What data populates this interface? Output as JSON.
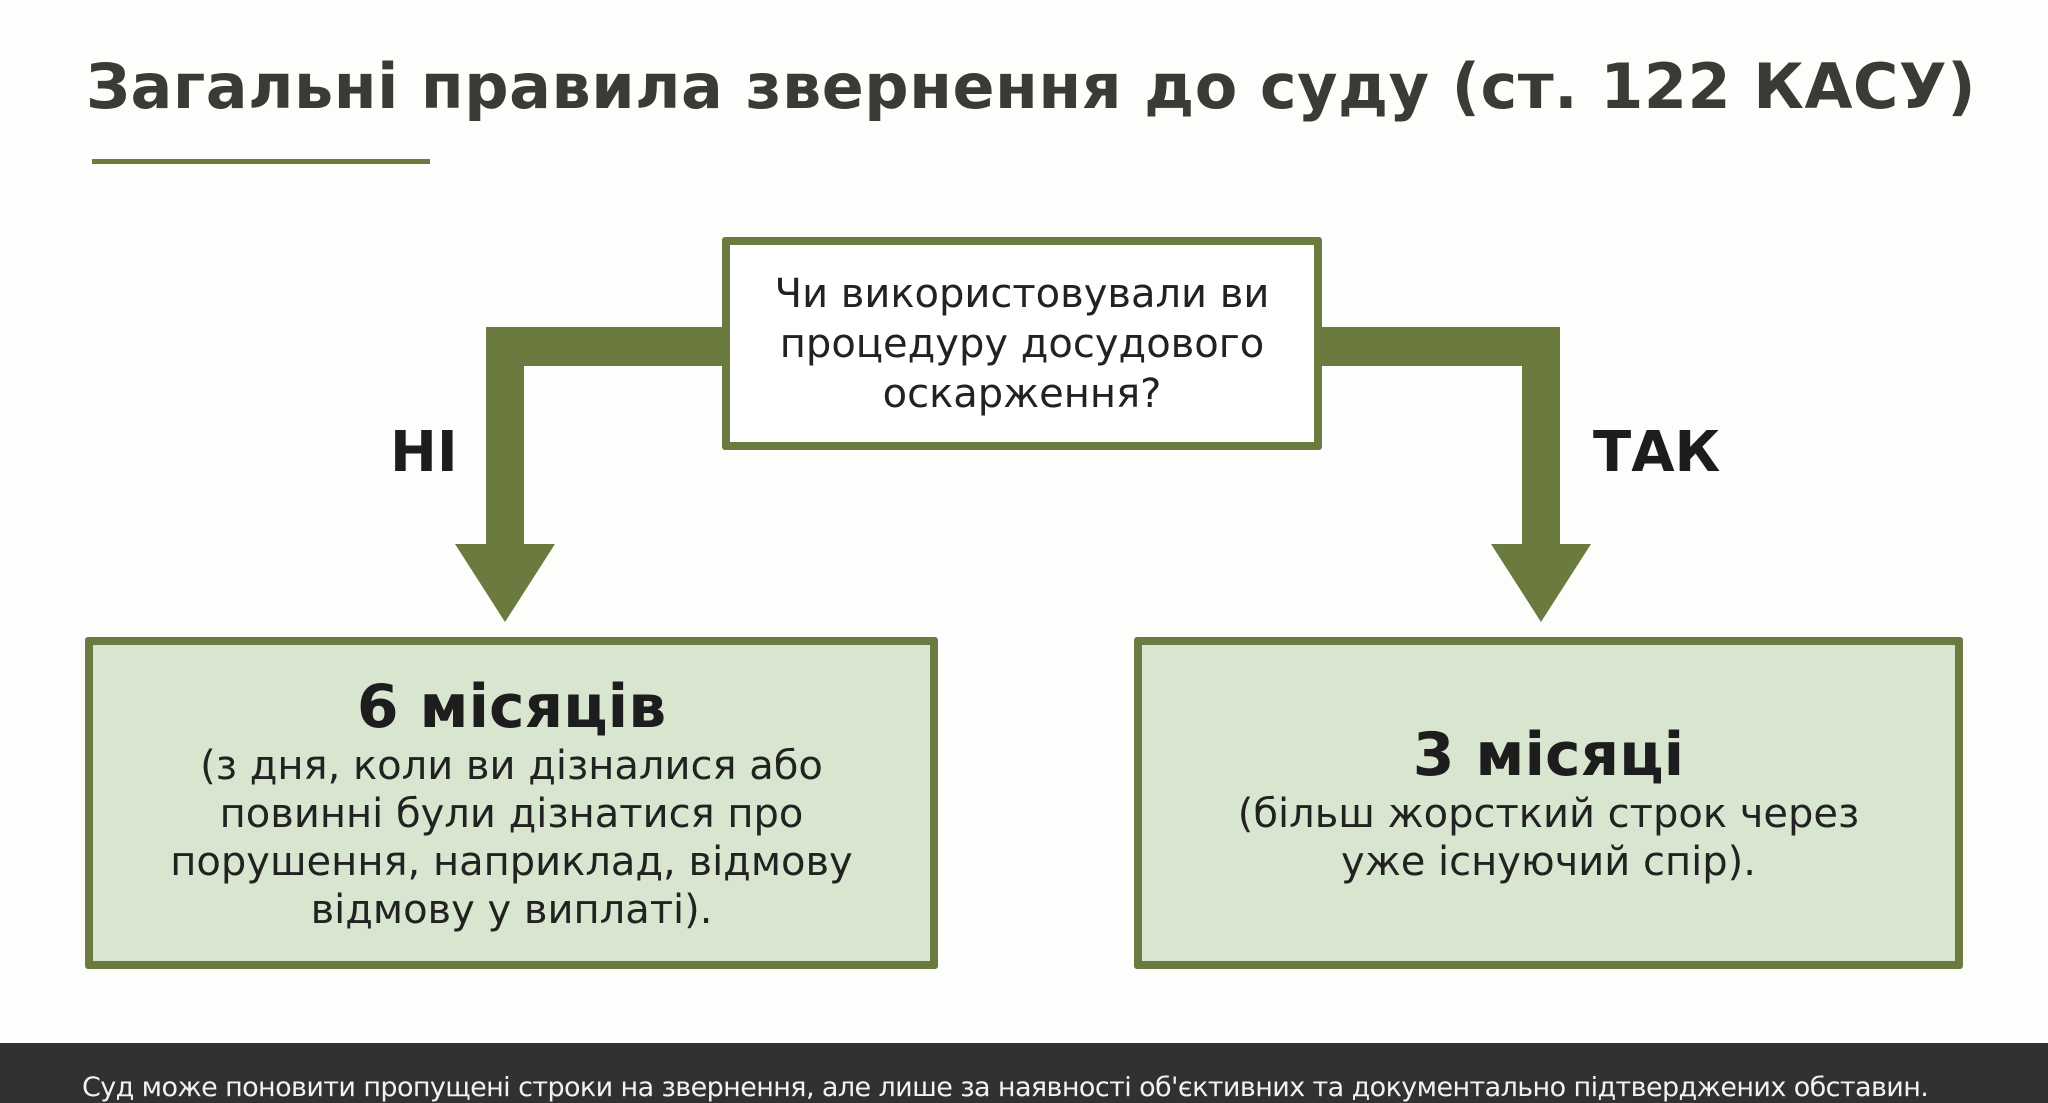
{
  "title": "Загальні правила звернення до суду (ст. 122 КАСУ)",
  "question": {
    "text": "Чи використовували ви процедуру досудового оскарження?"
  },
  "branches": {
    "no": {
      "label": "НІ",
      "heading": "6 місяців",
      "description": "(з дня, коли ви дізналися або повинні були дізнатися про порушення, наприклад, відмову відмову у виплаті)."
    },
    "yes": {
      "label": "ТАК",
      "heading": "3 місяці",
      "description": "(більш жорсткий строк через уже існуючий спір)."
    }
  },
  "footer": {
    "text": "Суд може поновити пропущені строки на звернення, але лише за наявності об'єктивних та документально підтверджених обставин."
  },
  "colors": {
    "accent": "#6b7b3f",
    "result_fill": "#d9e6cf",
    "footer_bg": "#313131",
    "title": "#3c3a36"
  }
}
